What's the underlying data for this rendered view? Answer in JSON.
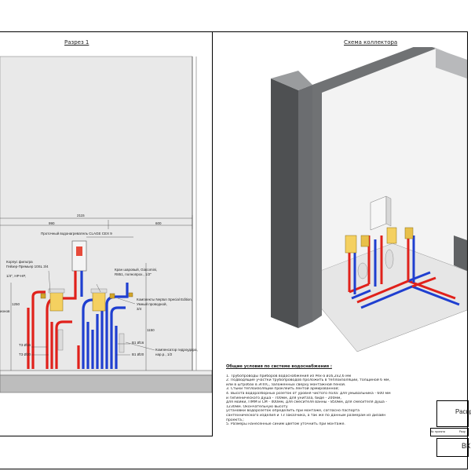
{
  "section_title": "Разрез 1",
  "scheme_title": "Схема коллектора",
  "dimensions": {
    "total": "2115",
    "left": "990",
    "right": "600",
    "height_right": "1150",
    "height_left": "1250"
  },
  "labels": {
    "heater": "Проточный водонагреватель CLAGE CEX 9",
    "filter_line1": "Корпус фильтра",
    "filter_line2": "Гейзер-Премьер 10SL 3/4",
    "partial_left": "1/4\", НР-НР,",
    "partial_left2": "ионов",
    "tap_line1": "Кран шаровый, Giacomini,",
    "tap_line2": "R851, полнопрох., 1/2\"",
    "collector_line1": "Комплекты Neptun Special Edition,",
    "collector_line2": "Умный проводной,",
    "collector_line3": "3/4",
    "compensator_line1": "Компенсатор гидроудара,",
    "compensator_line2": "нар.р., 1/2",
    "t3_16": "Т3 Ø16",
    "t3_20": "Т3 Ø20",
    "b1_16": "В1 Ø16",
    "b1_20": "В1 Ø20"
  },
  "notes": {
    "title": "Общие условия по системе водоснабжения :",
    "lines": [
      "1. Трубопроводы приборов водоснабжения из Pex-a ø16,2х2,6 мм",
      "2. Подводящие участки трубопроводов проложить в теплоизоляции, толщиной 6 мм,",
      "или в штробах в ЭППС, заложенных сверху монтажной пеной.",
      "3. Стыки теплоизоляции проклеить лентой армированной;",
      "4. Высота водоразборных розеток от уровня чистого пола: для умывальника - 600 мм",
      "и гигиенического душа - 700мм, для унитаза, биде - 200мм,",
      "для мойки, ПММ и СМ - 400мм, для смесителя ванны - 850мм, для смесителя душа -",
      "1230мм. Окончательную высоту",
      "установки водорозеток определить при монтаже, согласно паспорта",
      "сантехнического изделия и ТЗ заказчика, а так же по данным размерам из дизайн",
      "проекта.;",
      "5. Размеры нанесенные синим цветом уточнить при монтаже."
    ]
  },
  "stamp": {
    "title": "Распр",
    "project_no": "№ проекта",
    "dev": "Разр",
    "code": "ВК"
  },
  "colors": {
    "hot": "#e0211b",
    "cold": "#1f3fd0",
    "wall": "#5f6163",
    "floor": "#e9e9e9"
  }
}
